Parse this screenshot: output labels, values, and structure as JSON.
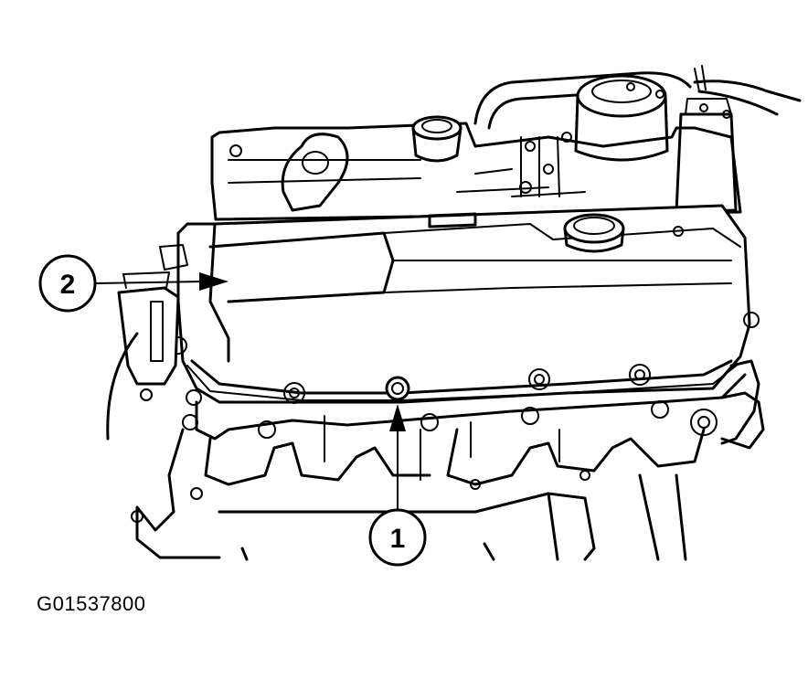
{
  "callouts": [
    {
      "label": "1",
      "target": "valve-cover-bolt"
    },
    {
      "label": "2",
      "target": "valve-cover"
    }
  ],
  "figure_id": "G01537800"
}
